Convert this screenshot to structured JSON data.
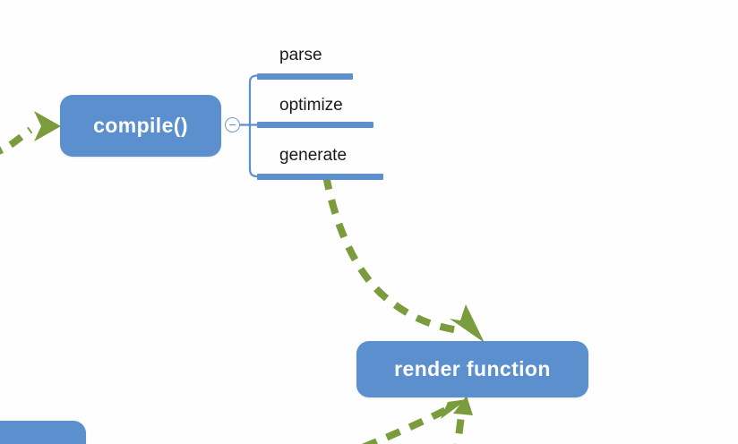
{
  "diagram": {
    "title": "compile pipeline mind map",
    "background_color": "#fefefe",
    "node_color": "#5b8fce",
    "node_text_color": "#ffffff",
    "arrow_color": "#7a9c3c",
    "connector_color": "#5b8fce",
    "label_color": "#1a1a1a"
  },
  "nodes": {
    "compile": {
      "label": "compile()"
    },
    "render": {
      "label": "render function"
    },
    "partial_bottom_left": {
      "label": ""
    }
  },
  "branches": {
    "collapse_toggle": {
      "state": "expanded",
      "glyph": "minus"
    },
    "items": [
      {
        "label": "parse"
      },
      {
        "label": "optimize"
      },
      {
        "label": "generate"
      }
    ]
  },
  "arrows": [
    {
      "name": "incoming-to-compile",
      "from": "off-canvas-left",
      "to": "compile",
      "style": "dashed",
      "color": "#7a9c3c"
    },
    {
      "name": "generate-to-render",
      "from": "generate",
      "to": "render function",
      "style": "dashed",
      "color": "#7a9c3c"
    },
    {
      "name": "render-inbound-left",
      "from": "off-canvas-bottom-left",
      "to": "render function",
      "style": "dashed",
      "color": "#7a9c3c"
    },
    {
      "name": "render-inbound-bottom",
      "from": "off-canvas-bottom",
      "to": "render function",
      "style": "dashed",
      "color": "#7a9c3c"
    }
  ]
}
